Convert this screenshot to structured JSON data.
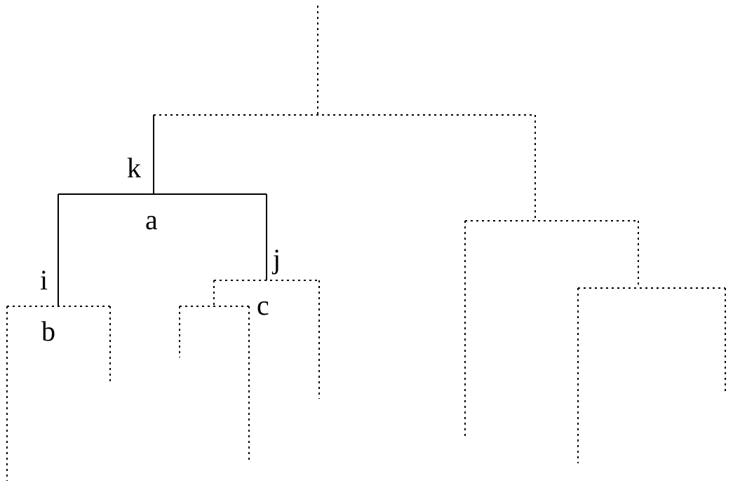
{
  "diagram": {
    "type": "dendrogram",
    "labels": {
      "k": "k",
      "a": "a",
      "i": "i",
      "b": "b",
      "j": "j",
      "c": "c"
    },
    "line_color": "#000000"
  }
}
